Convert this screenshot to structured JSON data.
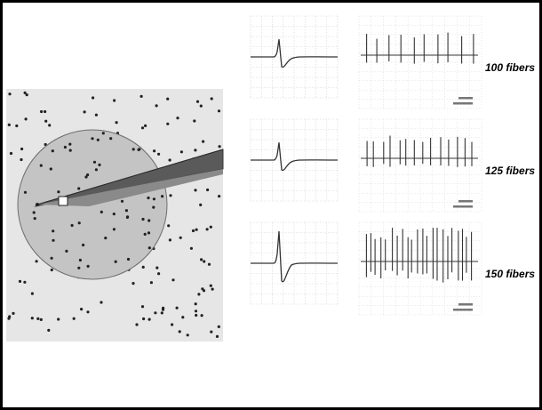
{
  "colors": {
    "frame": "#000000",
    "field_background": "#e6e6e6",
    "uptake_area": "#c4c4c4",
    "electrode_dark": "#5a5a5a",
    "electrode_light": "#8a8a8a",
    "fiber_dot": "#222222",
    "grid": "#d6d6d6",
    "trace": "#333333"
  },
  "rows": [
    {
      "label": "100 fibers",
      "spike_count": 10,
      "density": "low"
    },
    {
      "label": "125 fibers",
      "spike_count": 14,
      "density": "medium"
    },
    {
      "label": "150 fibers",
      "spike_count": 22,
      "density": "high"
    }
  ]
}
